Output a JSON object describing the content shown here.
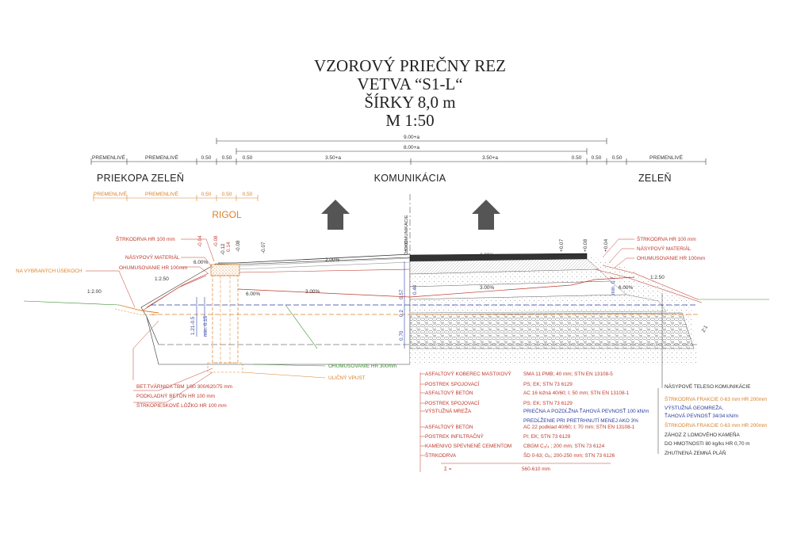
{
  "title": {
    "line1": "VZOROVÝ PRIEČNY REZ",
    "line2": "VETVA “S1-L“",
    "line3": "ŠÍRKY 8,0 m",
    "line4": "M  1:50"
  },
  "dimensions": {
    "top_total": "9.00+a",
    "second_total": "8.00+a",
    "premenlive": "PREMENLIVÉ",
    "d050": "0.50",
    "d350": "3.50+a"
  },
  "zones": {
    "priekopa_zelen": "PRIEKOPA  ZELEŇ",
    "komunikacia": "KOMUNIKÁCIA",
    "zelen": "ZELEŇ",
    "rigol": "RIGOL",
    "axis": "OS KOMUNIKÁCIE"
  },
  "heights": {
    "h000": "±0.00",
    "left_m004": "-0.04",
    "left_m008": "-0.08",
    "left_m012": "-0.12",
    "left_014": "0.14",
    "left_m008b": "-0.08",
    "left_m007": "-0.07",
    "right_p007": "+0.07",
    "right_p008": "+0.08",
    "right_p004": "+0.04",
    "d057": "0.57",
    "d02": "0.2",
    "d070": "0.70",
    "min07": "min. 0.7",
    "min015": "min. 0.15",
    "d121": "1.21-0.5",
    "d040": "0.40"
  },
  "slopes": {
    "s200_top": "2.00%",
    "s200_road": "2.00%",
    "s600_left": "6.00%",
    "s600_left2": "6.00%",
    "s300_left": "3.00%",
    "s300_right": "3.00%",
    "s600_right": "6.00%",
    "s250_left": "1:2.50",
    "s200_left": "1:2.00",
    "s250_right": "1:2.50",
    "s2_1": "2:1"
  },
  "left_labels": {
    "strkodrva": "ŠTRKODRVA HR 100 mm",
    "nasypovy": "NÁSYPOVÝ MATERIÁL",
    "ohumusovanie": "OHUMUSOVANIE HR 100mm",
    "vybrane": "NA VYBRANÝCH ÚSEKOCH",
    "tvarnica": "BET.TVÁRNICA TBM 1/60   300/620/75 mm",
    "podkladny": "PODKLADNÝ BETÓN    HR 100 mm",
    "strkopieskove": "ŠTRKOPIESKOVÉ LÔŽKO HR 100 mm",
    "ohumus300": "OHUMUSOVANIE HR 300mm",
    "vpust": "ULIČNÝ VPUST"
  },
  "right_labels": {
    "strkodrva": "ŠTRKODRVA HR 100 mm",
    "nasypovy": "NÁSYPOVÝ MATERIÁL",
    "ohumus": "OHUMUSOVANIE HR 100mm"
  },
  "layers": [
    {
      "name": "ASFALTOVÝ KOBEREC MASTIXOVÝ",
      "spec": "SMA 11 PMB; 40 mm; STN EN 13108-5"
    },
    {
      "name": "POSTREK SPOJOVACÍ",
      "spec": "PS; EK; STN  73  6129"
    },
    {
      "name": "ASFALTOVÝ BETÓN",
      "spec": "AC 16 ložná 40/60; I; 50 mm; STN EN 13108-1"
    },
    {
      "name": "POSTREK SPOJOVACÍ",
      "spec": "PS; EK; STN  73  6129"
    },
    {
      "name": "VÝSTUŽNÁ MREŽA",
      "spec": "PRIEČNA A POZDĹŽNA ŤAHOVÁ PEVNOSŤ 100 kN/m"
    },
    {
      "name": "",
      "spec": "PREDĹŽENIE PRI PRETRHNUTÍ MENEJ AKO 3%"
    },
    {
      "name": "ASFALTOVÝ BETÓN",
      "spec": "AC 22 podklad 40/60; I; 70 mm; STN EN 13108-1"
    },
    {
      "name": "POSTREK INFILTRAČNÝ",
      "spec": "PI; EK; STN  73  6129"
    },
    {
      "name": "KAMENIVO SPEVNENÉ CEMENTOM",
      "spec": "CBGM  C₃/₄ ; 200 mm; STN 73  6124"
    },
    {
      "name": "ŠTRKODRVA",
      "spec": "ŠD  0-63; G₆; 200-250 mm; STN  73  6126"
    }
  ],
  "sum_label": "Σ  =",
  "sum_value": "560-610 mm",
  "right_legend": [
    {
      "text": "NÁSYPOVÉ TELESO KOMUNIKÁCIE",
      "color": "#333333"
    },
    {
      "text": "ŠTRKODRVA FRAKCIE 0-63 mm  HR 200mm",
      "color": "#d9822b"
    },
    {
      "text": "VÝSTUŽNÁ GEOMREŽA,",
      "color": "#2c3e9e"
    },
    {
      "text": "ŤAHOVÁ PEVNOSŤ 34/34 kN/m",
      "color": "#2c3e9e"
    },
    {
      "text": "ŠTRKODRVA FRAKCIE 0-63 mm  HR 200mm",
      "color": "#d9822b"
    },
    {
      "text": "ZÁHOZ Z LOMOVÉHO KAMEŇA",
      "color": "#333333"
    },
    {
      "text": "DO HMOTNOSTI 80 kg/ks HR 0,70 m",
      "color": "#333333"
    },
    {
      "text": "ZHUTNENÁ ZEMNÁ PLÁŇ",
      "color": "#333333"
    }
  ],
  "colors": {
    "red": "#c0392b",
    "orange": "#d9822b",
    "blue": "#2c3e9e",
    "green": "#3a8d2f",
    "ink": "#333333"
  },
  "icons": [
    "arrow-up-icon",
    "arrow-up-icon"
  ]
}
